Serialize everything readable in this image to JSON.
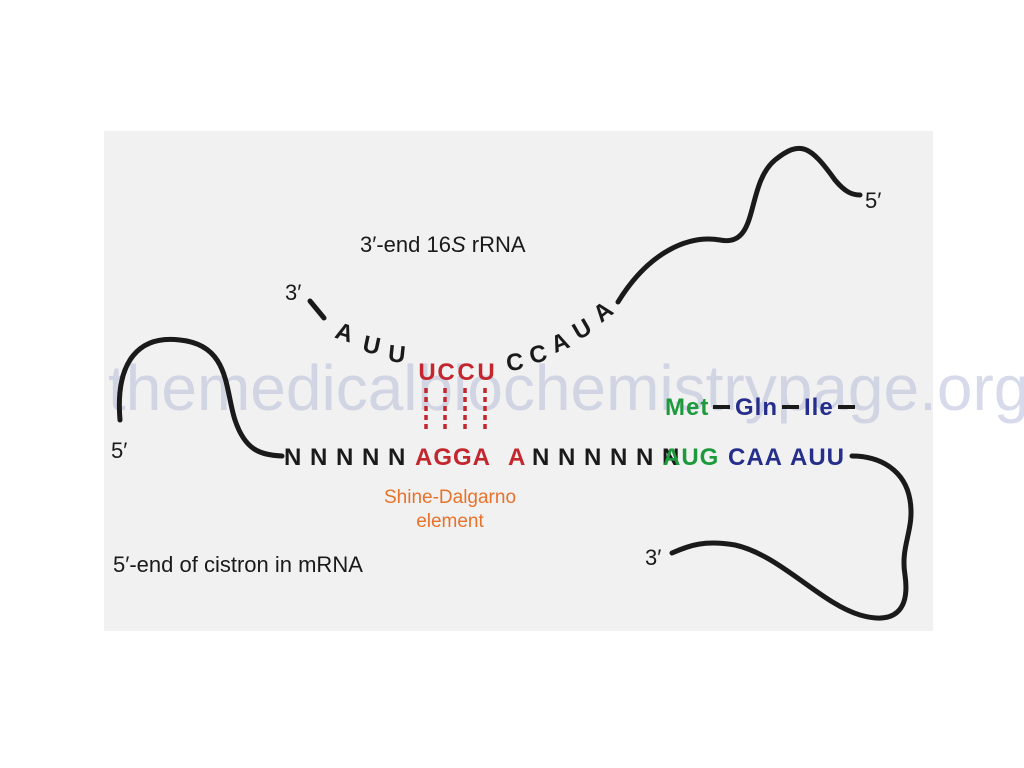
{
  "watermark": "themedicalbiochemistrypage.org",
  "rrna_label_prefix": "3′-end 16",
  "rrna_label_italic": "S",
  "rrna_label_suffix": " rRNA",
  "mrna_label": "5′-end of cistron in mRNA",
  "sd_label_line1": "Shine-Dalgarno",
  "sd_label_line2": "element",
  "ends": {
    "rrna_3": "3′",
    "rrna_5": "5′",
    "mrna_5": "5′",
    "mrna_3": "3′"
  },
  "rrna_bases": [
    "A",
    "U",
    "U",
    "U",
    "C",
    "C",
    "U",
    "C",
    "C",
    "A",
    "U",
    "A"
  ],
  "mrna": {
    "leader": "N N N N N",
    "sd": "AGGA",
    "a": "A",
    "spacer": "N N N N N N",
    "start": "AUG",
    "codon2": "CAA",
    "codon3": "AUU"
  },
  "peptide": {
    "aa1": "Met",
    "aa2": "Gln",
    "aa3": "Ile"
  },
  "colors": {
    "black": "#1a1a1a",
    "red": "#c4262e",
    "green": "#1c9a3c",
    "blue": "#262e8c",
    "orange": "#e8722a",
    "panel": "#f1f1f1"
  }
}
